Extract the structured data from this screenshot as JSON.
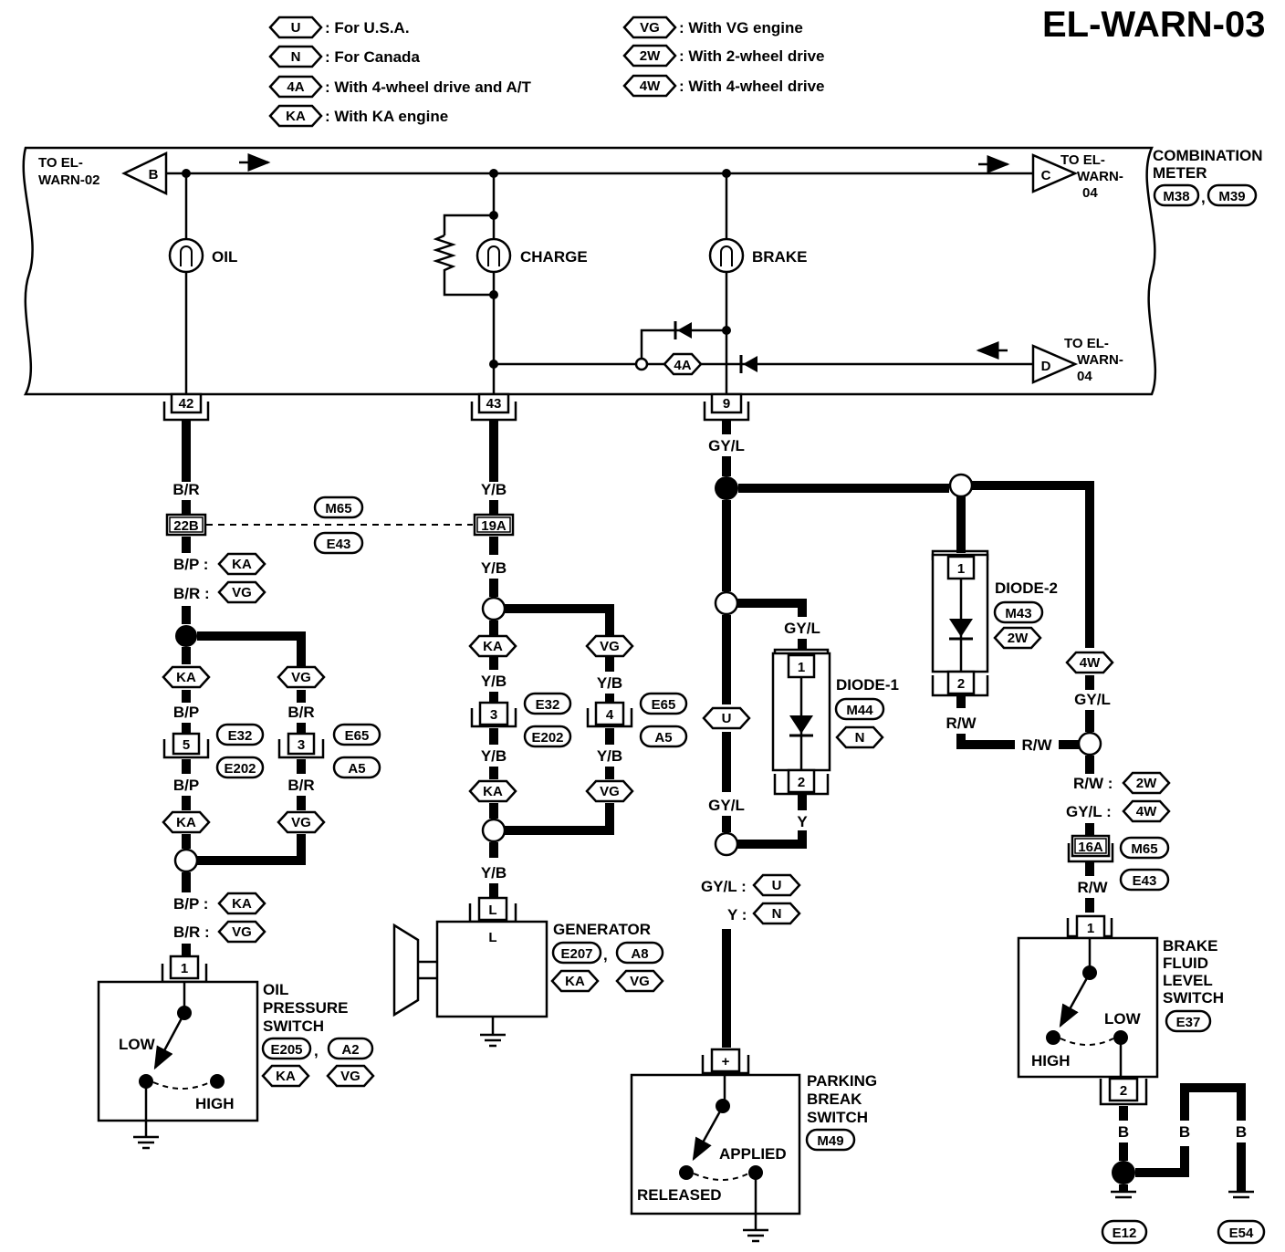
{
  "title": "EL-WARN-03",
  "legend": [
    {
      "code": "U",
      "text": ": For U.S.A."
    },
    {
      "code": "N",
      "text": ": For Canada"
    },
    {
      "code": "4A",
      "text": ": With 4-wheel drive and A/T"
    },
    {
      "code": "KA",
      "text": ": With KA engine"
    },
    {
      "code": "VG",
      "text": ": With VG engine"
    },
    {
      "code": "2W",
      "text": ": With 2-wheel drive"
    },
    {
      "code": "4W",
      "text": ": With 4-wheel drive"
    }
  ],
  "meter": {
    "name_line1": "COMBINATION",
    "name_line2": "METER",
    "connectors": [
      "M38",
      "M39"
    ],
    "left_ref": {
      "letter": "B",
      "line1": "TO EL-",
      "line2": "WARN-02"
    },
    "right_ref_c": {
      "letter": "C",
      "line1": "TO EL-",
      "line2": "WARN-",
      "line3": "04"
    },
    "right_ref_d": {
      "letter": "D",
      "line1": "TO EL-",
      "line2": "WARN-",
      "line3": "04"
    },
    "lamps": [
      "OIL",
      "CHARGE",
      "BRAKE"
    ],
    "option_4a": "4A",
    "terminals": [
      "42",
      "43",
      "9"
    ]
  },
  "wires": {
    "br": "B/R",
    "bp": "B/P",
    "yb": "Y/B",
    "gyl": "GY/L",
    "y": "Y",
    "rw": "R/W",
    "b": "B",
    "bp_colon": "B/P :",
    "br_colon": "B/R :",
    "gyl_colon": "GY/L :",
    "y_colon": "Y :",
    "rw_colon": "R/W :"
  },
  "inline_connectors": {
    "c22b": "22B",
    "c19a": "19A",
    "c16a": "16A",
    "m65": "M65",
    "e43": "E43",
    "c5": "5",
    "c3a": "3",
    "c3b": "3",
    "c4": "4",
    "e32": "E32",
    "e202": "E202",
    "e65": "E65",
    "a5": "A5"
  },
  "options": {
    "ka": "KA",
    "vg": "VG",
    "u": "U",
    "n": "N",
    "w2": "2W",
    "w4": "4W"
  },
  "diode1": {
    "name": "DIODE-1",
    "connector": "M44",
    "option": "N",
    "pin1": "1",
    "pin2": "2"
  },
  "diode2": {
    "name": "DIODE-2",
    "connector": "M43",
    "option": "2W",
    "pin1": "1",
    "pin2": "2"
  },
  "oil_switch": {
    "line1": "OIL",
    "line2": "PRESSURE",
    "line3": "SWITCH",
    "connectors": [
      "E205",
      "A2"
    ],
    "options": [
      "KA",
      "VG"
    ],
    "pin": "1",
    "low": "LOW",
    "high": "HIGH"
  },
  "generator": {
    "name": "GENERATOR",
    "connectors": [
      "E207",
      "A8"
    ],
    "options": [
      "KA",
      "VG"
    ],
    "pin": "L",
    "terminal": "L"
  },
  "parking_switch": {
    "line1": "PARKING",
    "line2": "BREAK",
    "line3": "SWITCH",
    "connector": "M49",
    "pin": "+",
    "applied": "APPLIED",
    "released": "RELEASED"
  },
  "brake_fluid_switch": {
    "line1": "BRAKE",
    "line2": "FLUID",
    "line3": "LEVEL",
    "line4": "SWITCH",
    "connector": "E37",
    "pin1": "1",
    "pin2": "2",
    "low": "LOW",
    "high": "HIGH"
  },
  "grounds": [
    "E12",
    "E54"
  ]
}
